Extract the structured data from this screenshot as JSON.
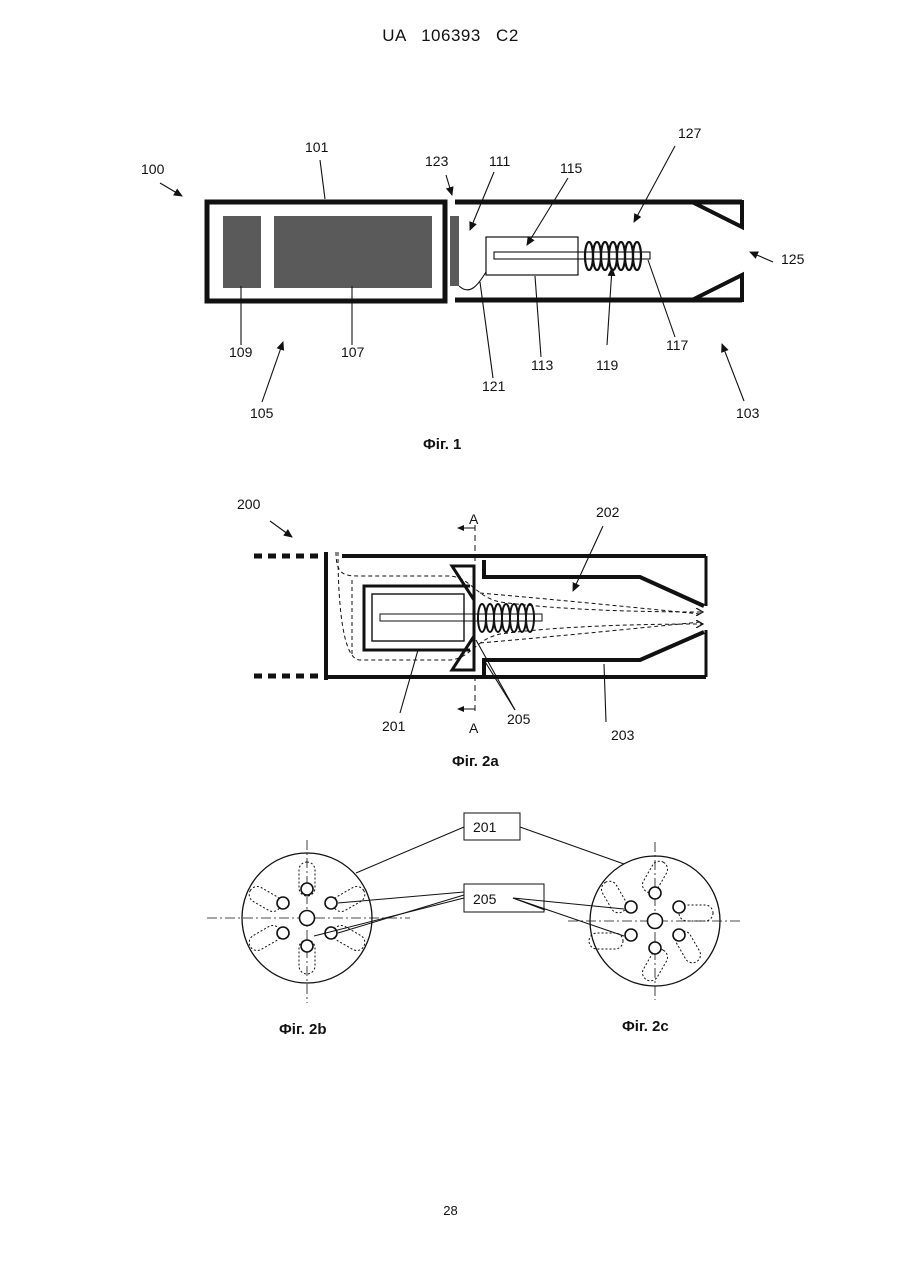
{
  "header": "UA   106393   C2",
  "page_number": "28",
  "fig1": {
    "caption": "Фіг. 1",
    "labels": {
      "l100": "100",
      "l101": "101",
      "l123": "123",
      "l111": "111",
      "l115": "115",
      "l127": "127",
      "l125": "125",
      "l109": "109",
      "l107": "107",
      "l121": "121",
      "l113": "113",
      "l119": "119",
      "l117": "117",
      "l105": "105",
      "l103": "103"
    }
  },
  "fig2a": {
    "caption": "Фіг. 2a",
    "labels": {
      "l200": "200",
      "l202": "202",
      "l201": "201",
      "l205": "205",
      "l203": "203",
      "a_top": "A",
      "a_bottom": "A"
    }
  },
  "fig2bc": {
    "caption_b": "Фіг. 2b",
    "caption_c": "Фіг. 2c",
    "box_201": "201",
    "box_205": "205"
  },
  "colors": {
    "ink": "#111111",
    "fill": "#5a5a5a"
  }
}
